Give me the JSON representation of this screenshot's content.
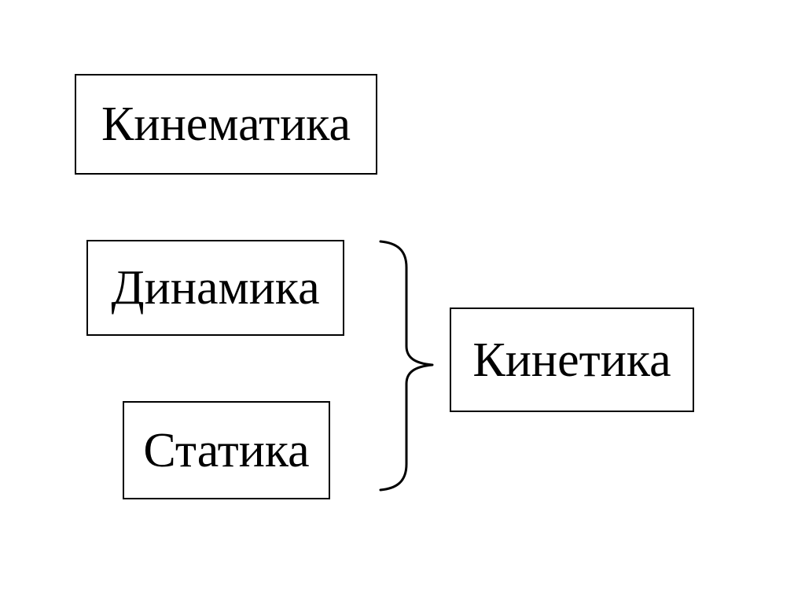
{
  "diagram": {
    "boxes": {
      "kinematics": "Кинематика",
      "dynamics": "Динамика",
      "statics": "Статика",
      "kinetics": "Кинетика"
    },
    "relation": {
      "type": "curly-brace",
      "groups": [
        "dynamics",
        "statics"
      ],
      "points_to": "kinetics"
    },
    "colors": {
      "stroke": "#000000",
      "background": "#ffffff"
    }
  }
}
